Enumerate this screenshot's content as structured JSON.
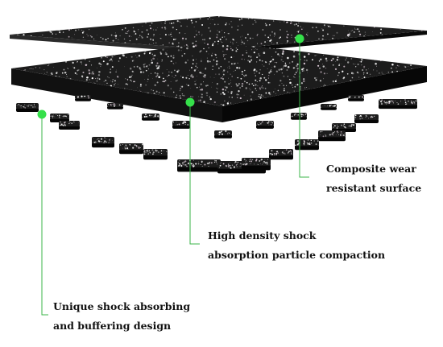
{
  "diagram": {
    "callouts": [
      {
        "id": "wear-surface",
        "lines": [
          "Composite wear",
          "resistant surface"
        ]
      },
      {
        "id": "density-layer",
        "lines": [
          "High density shock",
          "absorption particle compaction"
        ]
      },
      {
        "id": "buffer-layer",
        "lines": [
          "Unique shock absorbing",
          "and buffering design"
        ]
      }
    ],
    "colors": {
      "leader_line": "#3bb54a",
      "marker_dot": "#35e04a",
      "tile_top": "#1b1b1b",
      "tile_side": "#0d0d0d",
      "speckle": "#ffffff",
      "label_text": "#111111"
    }
  }
}
